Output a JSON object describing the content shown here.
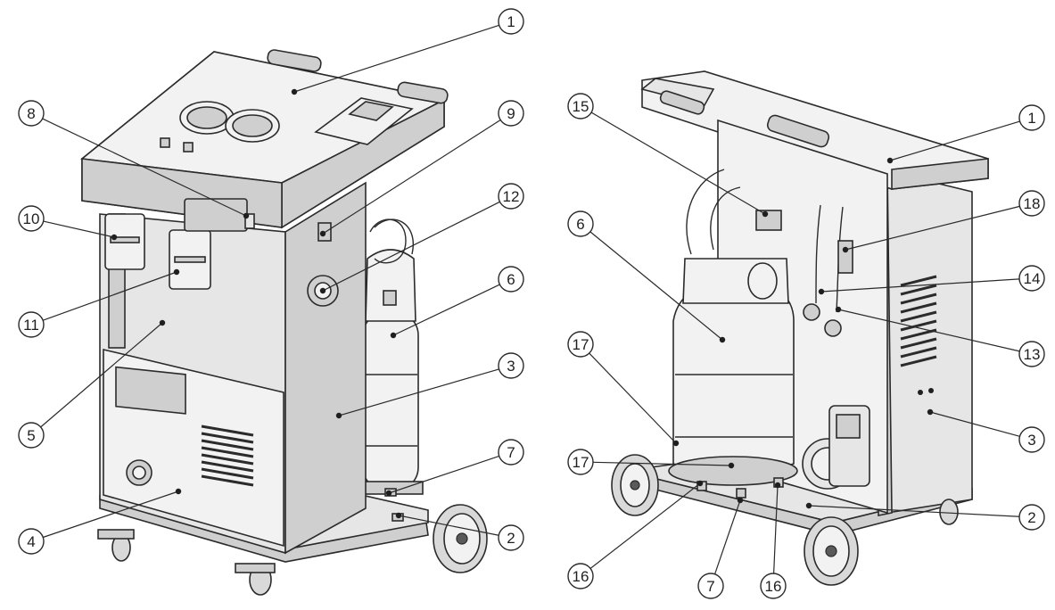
{
  "callouts": [
    {
      "id": "c1a",
      "label": "1"
    },
    {
      "id": "c2a",
      "label": "2"
    },
    {
      "id": "c3a",
      "label": "3"
    },
    {
      "id": "c4",
      "label": "4"
    },
    {
      "id": "c5",
      "label": "5"
    },
    {
      "id": "c6a",
      "label": "6"
    },
    {
      "id": "c7a",
      "label": "7"
    },
    {
      "id": "c8",
      "label": "8"
    },
    {
      "id": "c9",
      "label": "9"
    },
    {
      "id": "c10",
      "label": "10"
    },
    {
      "id": "c11",
      "label": "11"
    },
    {
      "id": "c12",
      "label": "12"
    },
    {
      "id": "c15",
      "label": "15"
    },
    {
      "id": "c1b",
      "label": "1"
    },
    {
      "id": "c18",
      "label": "18"
    },
    {
      "id": "c6b",
      "label": "6"
    },
    {
      "id": "c14",
      "label": "14"
    },
    {
      "id": "c17a",
      "label": "17"
    },
    {
      "id": "c13",
      "label": "13"
    },
    {
      "id": "c3b",
      "label": "3"
    },
    {
      "id": "c17b",
      "label": "17"
    },
    {
      "id": "c2b",
      "label": "2"
    },
    {
      "id": "c16a",
      "label": "16"
    },
    {
      "id": "c7b",
      "label": "7"
    },
    {
      "id": "c16b",
      "label": "16"
    }
  ],
  "colors": {
    "line": "#2b2b2b",
    "panel": "#e6e6e6",
    "background": "#ffffff"
  }
}
